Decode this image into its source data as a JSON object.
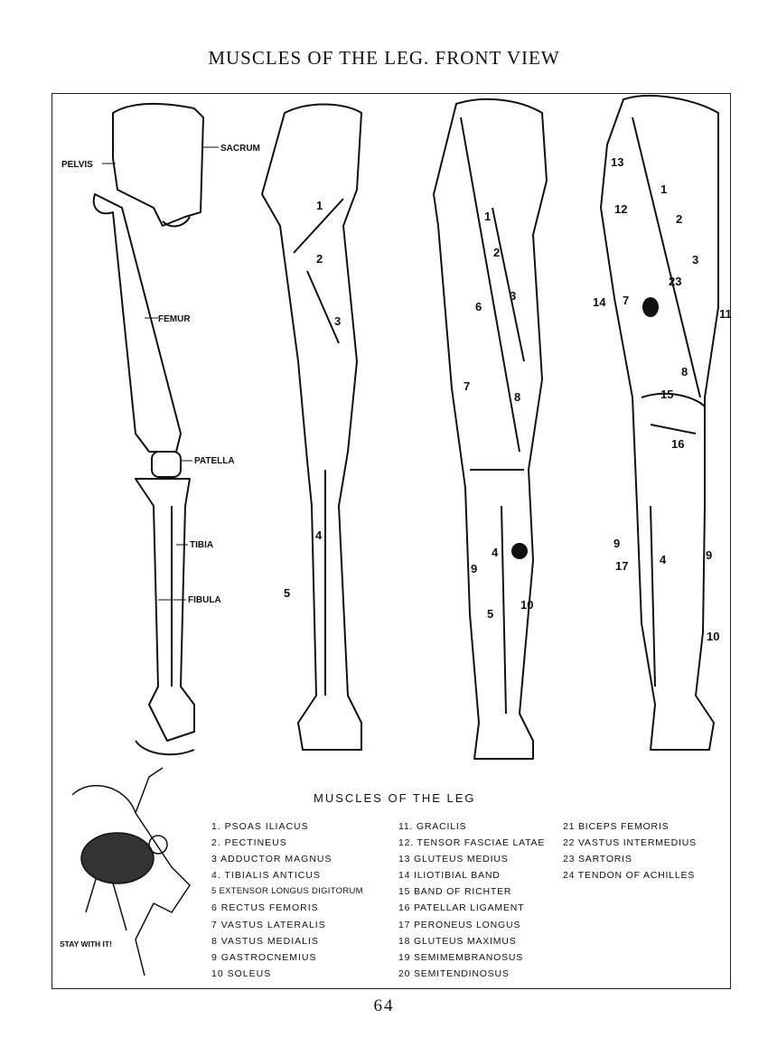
{
  "page_title": "MUSCLES OF THE LEG. FRONT VIEW",
  "skeleton_labels": [
    "PELVIS",
    "SACRUM",
    "FEMUR",
    "PATELLA",
    "TIBIA",
    "FIBULA"
  ],
  "figure2_numbers": [
    "1",
    "2",
    "3",
    "4",
    "5"
  ],
  "figure3_numbers": [
    "1",
    "2",
    "3",
    "6",
    "7",
    "8",
    "9",
    "4",
    "10",
    "5"
  ],
  "figure4_numbers": [
    "13",
    "1",
    "2",
    "12",
    "3",
    "23",
    "14",
    "7",
    "11",
    "8",
    "15",
    "16",
    "9",
    "17",
    "4",
    "9",
    "10"
  ],
  "legend": {
    "title": "MUSCLES OF THE LEG",
    "col1": [
      "1. PSOAS ILIACUS",
      "2. PECTINEUS",
      "3 ADDUCTOR MAGNUS",
      "4. TIBIALIS ANTICUS",
      "5 EXTENSOR LONGUS DIGITORUM",
      "6 RECTUS FEMORIS",
      "7 VASTUS LATERALIS",
      "8 VASTUS MEDIALIS",
      "9 GASTROCNEMIUS",
      "10 SOLEUS"
    ],
    "col2": [
      "11. GRACILIS",
      "12. TENSOR FASCIAE LATAE",
      "13 GLUTEUS MEDIUS",
      "14 ILIOTIBIAL BAND",
      "15 BAND OF RICHTER",
      "16 PATELLAR LIGAMENT",
      "17 PERONEUS LONGUS",
      "18 GLUTEUS MAXIMUS",
      "19 SEMIMEMBRANOSUS",
      "20 SEMITENDINOSUS"
    ],
    "col3": [
      "21 BICEPS FEMORIS",
      "22 VASTUS INTERMEDIUS",
      "23 SARTORIS",
      "24 TENDON OF ACHILLES"
    ]
  },
  "cartoon_caption": "STAY WITH IT!",
  "page_number": "64"
}
